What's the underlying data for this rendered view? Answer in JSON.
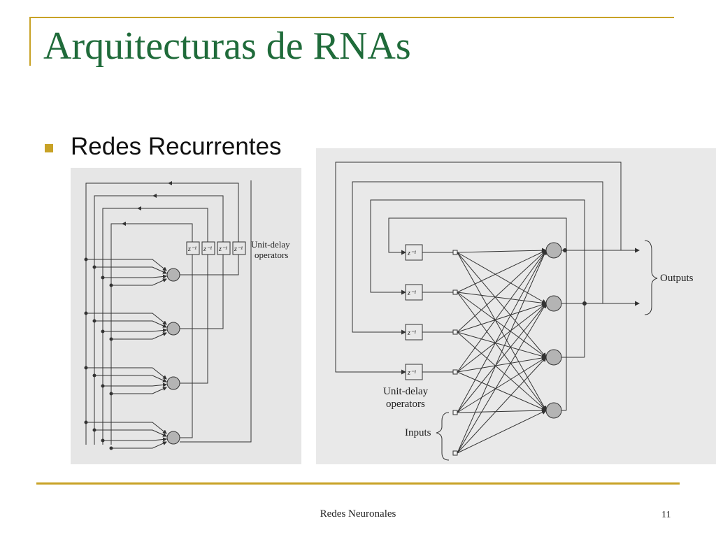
{
  "slide": {
    "title": "Arquitecturas de RNAs",
    "bullet": "Redes Recurrentes",
    "footer": "Redes Neuronales",
    "page_number": "11"
  },
  "colors": {
    "accent": "#c8a226",
    "title": "#1f6b3a",
    "figure_bg": "#e6e6e6",
    "neuron_fill": "#b4b4b4"
  },
  "left_figure": {
    "delay_label": "z⁻¹",
    "delay_caption_line1": "Unit-delay",
    "delay_caption_line2": "operators"
  },
  "right_figure": {
    "delay_label": "z⁻¹",
    "delay_caption_line1": "Unit-delay",
    "delay_caption_line2": "operators",
    "inputs_label": "Inputs",
    "outputs_label": "Outputs"
  }
}
